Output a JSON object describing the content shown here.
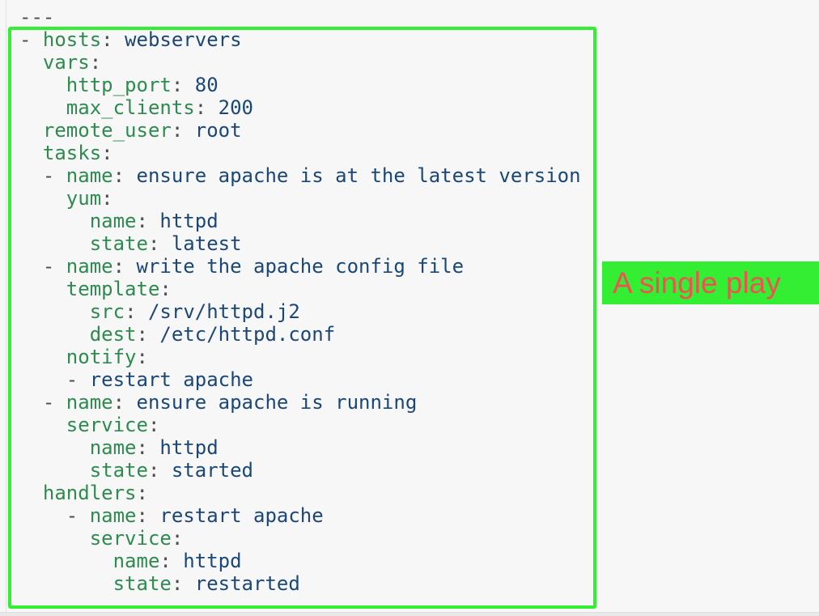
{
  "colors": {
    "page_background": "#f7f7f7",
    "page_edge": "#e0e0e0",
    "page_bottom_strip": "#e8e8e8",
    "annotation_green": "#33ee33",
    "annotation_text_red": "#f25151",
    "syntax_punctuation": "#4d4d4d",
    "syntax_key": "#2e8b50",
    "syntax_value": "#1a4778"
  },
  "annotation": {
    "label": "A single play"
  },
  "code": {
    "lines": [
      {
        "segs": [
          {
            "t": "punct",
            "s": "---"
          }
        ]
      },
      {
        "segs": [
          {
            "t": "punct",
            "s": "- "
          },
          {
            "t": "key",
            "s": "hosts"
          },
          {
            "t": "punct",
            "s": ":"
          },
          {
            "t": "value",
            "s": " webservers"
          }
        ]
      },
      {
        "segs": [
          {
            "t": "punct",
            "s": "  "
          },
          {
            "t": "key",
            "s": "vars"
          },
          {
            "t": "punct",
            "s": ":"
          }
        ]
      },
      {
        "segs": [
          {
            "t": "punct",
            "s": "    "
          },
          {
            "t": "key",
            "s": "http_port"
          },
          {
            "t": "punct",
            "s": ":"
          },
          {
            "t": "value",
            "s": " 80"
          }
        ]
      },
      {
        "segs": [
          {
            "t": "punct",
            "s": "    "
          },
          {
            "t": "key",
            "s": "max_clients"
          },
          {
            "t": "punct",
            "s": ":"
          },
          {
            "t": "value",
            "s": " 200"
          }
        ]
      },
      {
        "segs": [
          {
            "t": "punct",
            "s": "  "
          },
          {
            "t": "key",
            "s": "remote_user"
          },
          {
            "t": "punct",
            "s": ":"
          },
          {
            "t": "value",
            "s": " root"
          }
        ]
      },
      {
        "segs": [
          {
            "t": "punct",
            "s": "  "
          },
          {
            "t": "key",
            "s": "tasks"
          },
          {
            "t": "punct",
            "s": ":"
          }
        ]
      },
      {
        "segs": [
          {
            "t": "punct",
            "s": "  - "
          },
          {
            "t": "key",
            "s": "name"
          },
          {
            "t": "punct",
            "s": ":"
          },
          {
            "t": "value",
            "s": " ensure apache is at the latest version"
          }
        ]
      },
      {
        "segs": [
          {
            "t": "punct",
            "s": "    "
          },
          {
            "t": "key",
            "s": "yum"
          },
          {
            "t": "punct",
            "s": ":"
          }
        ]
      },
      {
        "segs": [
          {
            "t": "punct",
            "s": "      "
          },
          {
            "t": "key",
            "s": "name"
          },
          {
            "t": "punct",
            "s": ":"
          },
          {
            "t": "value",
            "s": " httpd"
          }
        ]
      },
      {
        "segs": [
          {
            "t": "punct",
            "s": "      "
          },
          {
            "t": "key",
            "s": "state"
          },
          {
            "t": "punct",
            "s": ":"
          },
          {
            "t": "value",
            "s": " latest"
          }
        ]
      },
      {
        "segs": [
          {
            "t": "punct",
            "s": "  - "
          },
          {
            "t": "key",
            "s": "name"
          },
          {
            "t": "punct",
            "s": ":"
          },
          {
            "t": "value",
            "s": " write the apache config file"
          }
        ]
      },
      {
        "segs": [
          {
            "t": "punct",
            "s": "    "
          },
          {
            "t": "key",
            "s": "template"
          },
          {
            "t": "punct",
            "s": ":"
          }
        ]
      },
      {
        "segs": [
          {
            "t": "punct",
            "s": "      "
          },
          {
            "t": "key",
            "s": "src"
          },
          {
            "t": "punct",
            "s": ":"
          },
          {
            "t": "value",
            "s": " /srv/httpd.j2"
          }
        ]
      },
      {
        "segs": [
          {
            "t": "punct",
            "s": "      "
          },
          {
            "t": "key",
            "s": "dest"
          },
          {
            "t": "punct",
            "s": ":"
          },
          {
            "t": "value",
            "s": " /etc/httpd.conf"
          }
        ]
      },
      {
        "segs": [
          {
            "t": "punct",
            "s": "    "
          },
          {
            "t": "key",
            "s": "notify"
          },
          {
            "t": "punct",
            "s": ":"
          }
        ]
      },
      {
        "segs": [
          {
            "t": "punct",
            "s": "    - "
          },
          {
            "t": "value",
            "s": "restart apache"
          }
        ]
      },
      {
        "segs": [
          {
            "t": "punct",
            "s": "  - "
          },
          {
            "t": "key",
            "s": "name"
          },
          {
            "t": "punct",
            "s": ":"
          },
          {
            "t": "value",
            "s": " ensure apache is running"
          }
        ]
      },
      {
        "segs": [
          {
            "t": "punct",
            "s": "    "
          },
          {
            "t": "key",
            "s": "service"
          },
          {
            "t": "punct",
            "s": ":"
          }
        ]
      },
      {
        "segs": [
          {
            "t": "punct",
            "s": "      "
          },
          {
            "t": "key",
            "s": "name"
          },
          {
            "t": "punct",
            "s": ":"
          },
          {
            "t": "value",
            "s": " httpd"
          }
        ]
      },
      {
        "segs": [
          {
            "t": "punct",
            "s": "      "
          },
          {
            "t": "key",
            "s": "state"
          },
          {
            "t": "punct",
            "s": ":"
          },
          {
            "t": "value",
            "s": " started"
          }
        ]
      },
      {
        "segs": [
          {
            "t": "punct",
            "s": "  "
          },
          {
            "t": "key",
            "s": "handlers"
          },
          {
            "t": "punct",
            "s": ":"
          }
        ]
      },
      {
        "segs": [
          {
            "t": "punct",
            "s": "    - "
          },
          {
            "t": "key",
            "s": "name"
          },
          {
            "t": "punct",
            "s": ":"
          },
          {
            "t": "value",
            "s": " restart apache"
          }
        ]
      },
      {
        "segs": [
          {
            "t": "punct",
            "s": "      "
          },
          {
            "t": "key",
            "s": "service"
          },
          {
            "t": "punct",
            "s": ":"
          }
        ]
      },
      {
        "segs": [
          {
            "t": "punct",
            "s": "        "
          },
          {
            "t": "key",
            "s": "name"
          },
          {
            "t": "punct",
            "s": ":"
          },
          {
            "t": "value",
            "s": " httpd"
          }
        ]
      },
      {
        "segs": [
          {
            "t": "punct",
            "s": "        "
          },
          {
            "t": "key",
            "s": "state"
          },
          {
            "t": "punct",
            "s": ":"
          },
          {
            "t": "value",
            "s": " restarted"
          }
        ]
      }
    ]
  }
}
